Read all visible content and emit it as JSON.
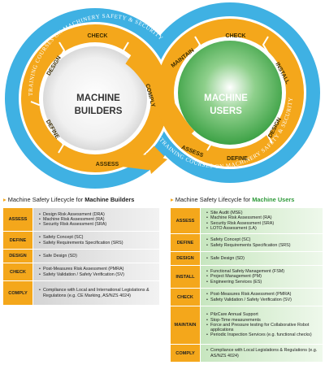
{
  "diagram": {
    "left_center": [
      "MACHINE",
      "BUILDERS"
    ],
    "right_center": [
      "MACHINE",
      "USERS"
    ],
    "top_arc_text": "TRAINING COURSES ON MACHINERY SAFETY & SECURITY",
    "bottom_arc_text": "TRAINING COURSES ON MACHINERY SAFETY & SECURITY",
    "left_loop_labels": [
      "CHECK",
      "DESIGN",
      "DEFINE",
      "ASSESS"
    ],
    "comply_label": "COMPLY",
    "right_loop_labels": [
      "MAINTAIN",
      "CHECK",
      "INSTALL",
      "DESIGN",
      "DEFINE",
      "ASSESS"
    ],
    "colors": {
      "ring_blue": "#3fb1e3",
      "arrow_orange": "#f4a71b",
      "label_text": "#3a2b00",
      "builders_text": "#333333",
      "users_text": "#ffffff",
      "users_green": "#3aa83f"
    }
  },
  "builders": {
    "title_prefix": "Machine Safety Lifecycle for ",
    "title_bold": "Machine Builders",
    "rows": [
      {
        "label": "ASSESS",
        "items": [
          "Design Risk Assessment (DRA)",
          "Machine Risk Assessment (RA)",
          "Security Risk Assessment (SRA)"
        ]
      },
      {
        "label": "DEFINE",
        "items": [
          "Safety Concept (SC)",
          "Safety Requirements Specification (SRS)"
        ]
      },
      {
        "label": "DESIGN",
        "items": [
          "Safe Design (SD)"
        ]
      },
      {
        "label": "CHECK",
        "items": [
          "Post-Measures Risk Assessment (PMRA)",
          "Safety Validation / Safety Verification (SV)"
        ]
      },
      {
        "label": "COMPLY",
        "items": [
          "Compliance with Local and International Legislations & Regulations (e.g. CE Marking, AS/NZS 4024)"
        ]
      }
    ]
  },
  "users": {
    "title_prefix": "Machine Safety Lifecycle for ",
    "title_bold": "Machine Users",
    "rows": [
      {
        "label": "ASSESS",
        "items": [
          "Site Audit (MSE)",
          "Machine Risk Assessment (RA)",
          "Security Risk Assessment (SRA)",
          "LOTO Assessment (LA)"
        ]
      },
      {
        "label": "DEFINE",
        "items": [
          "Safety Concept (SC)",
          "Safety Requirements Specification (SRS)"
        ]
      },
      {
        "label": "DESIGN",
        "items": [
          "Safe Design (SD)"
        ]
      },
      {
        "label": "INSTALL",
        "items": [
          "Functional Safety Management (FSM)",
          "Project Management (PM)",
          "Engineering Services (ES)"
        ]
      },
      {
        "label": "CHECK",
        "items": [
          "Post-Measures Risk Assessment (PMRA)",
          "Safety Validation / Safety Verification (SV)"
        ]
      },
      {
        "label": "MAINTAIN",
        "items": [
          "PilzCare Annual Support",
          "Stop-Time measurements",
          "Force and Pressure testing for Collaborative Robot applications",
          "Periodic Inspection Services (e.g. functional checks)"
        ]
      },
      {
        "label": "COMPLY",
        "items": [
          "Compliance with Local Legislations & Regulations (e.g. AS/NZS 4024)"
        ]
      }
    ]
  }
}
